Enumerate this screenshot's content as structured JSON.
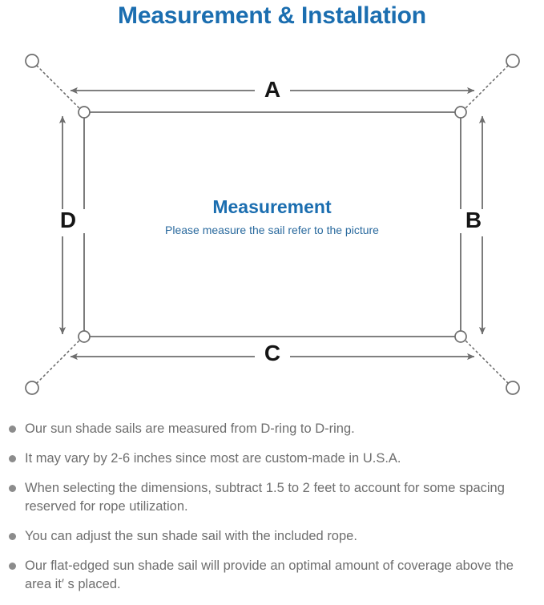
{
  "page": {
    "title": "Measurement & Installation",
    "title_color": "#1b6eb0",
    "background": "#ffffff"
  },
  "diagram": {
    "name": "sun-shade-sail-measurement-diagram",
    "center_label": "Measurement",
    "center_sublabel": "Please measure the sail refer to the picture",
    "center_label_color": "#1b6eb0",
    "center_sublabel_color": "#2a6a9e",
    "line_color": "#6e6e6e",
    "dimension_labels": {
      "top": "A",
      "right": "B",
      "bottom": "C",
      "left": "D"
    },
    "dimension_label_color": "#151515",
    "anchor_point_count": 4,
    "d_ring_count": 4
  },
  "notes": {
    "bullet_color": "#8c8c8c",
    "text_color": "#6e6e6e",
    "items": [
      "Our sun shade sails are measured from D-ring to D-ring.",
      "It may vary by 2-6 inches since most are custom-made in U.S.A.",
      "When selecting the dimensions, subtract 1.5 to 2 feet to account for some spacing reserved for rope utilization.",
      "You can adjust the sun shade sail with the included rope.",
      "Our flat-edged sun shade sail will provide an optimal amount of coverage above the area it′ s placed."
    ]
  }
}
